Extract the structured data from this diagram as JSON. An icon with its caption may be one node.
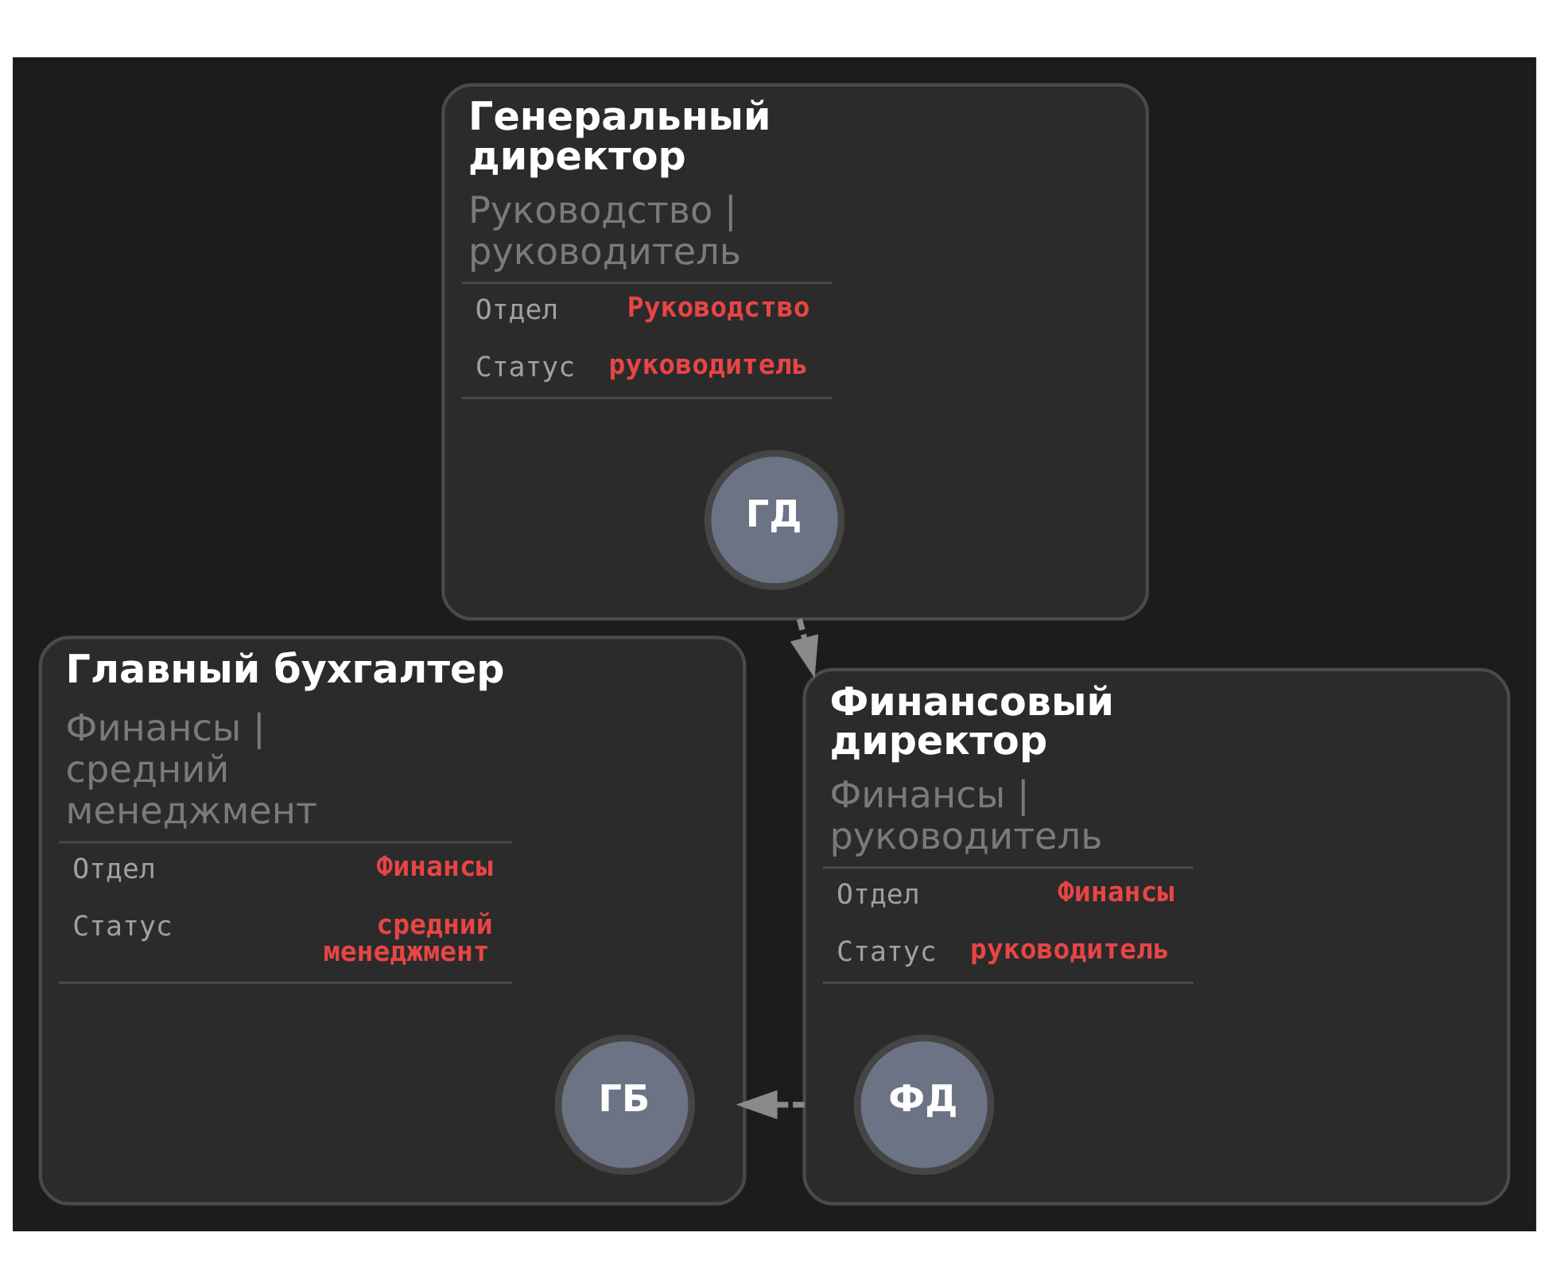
{
  "diagram": {
    "nodes": [
      {
        "text": [
          "Генеральный директор",
          "Руководство | руководитель",
          "Отдел",
          "Руководство",
          "Статус",
          "руководитель"
        ]
      },
      {
        "text": [
          "ГД"
        ],
        "in": 0
      },
      {
        "text": [
          "Главный бухгалтер",
          "Финансы | средний менеджмент",
          "Отдел",
          "Финансы",
          "Статус",
          "средний менеджмент"
        ]
      },
      {
        "text": [
          "ГБ"
        ],
        "in": 2
      },
      {
        "text": [
          "Финансовый директор",
          "Финансы | руководитель",
          "Отдел",
          "Финансы",
          "Статус",
          "руководитель"
        ]
      },
      {
        "text": [
          "ФД"
        ],
        "in": 4
      }
    ],
    "edges": [
      {
        "from": 0,
        "to": 4,
        "arrow": "to",
        "style": "dashed"
      },
      {
        "from": 4,
        "to": 2,
        "arrow": "to",
        "style": "dashed"
      }
    ]
  }
}
